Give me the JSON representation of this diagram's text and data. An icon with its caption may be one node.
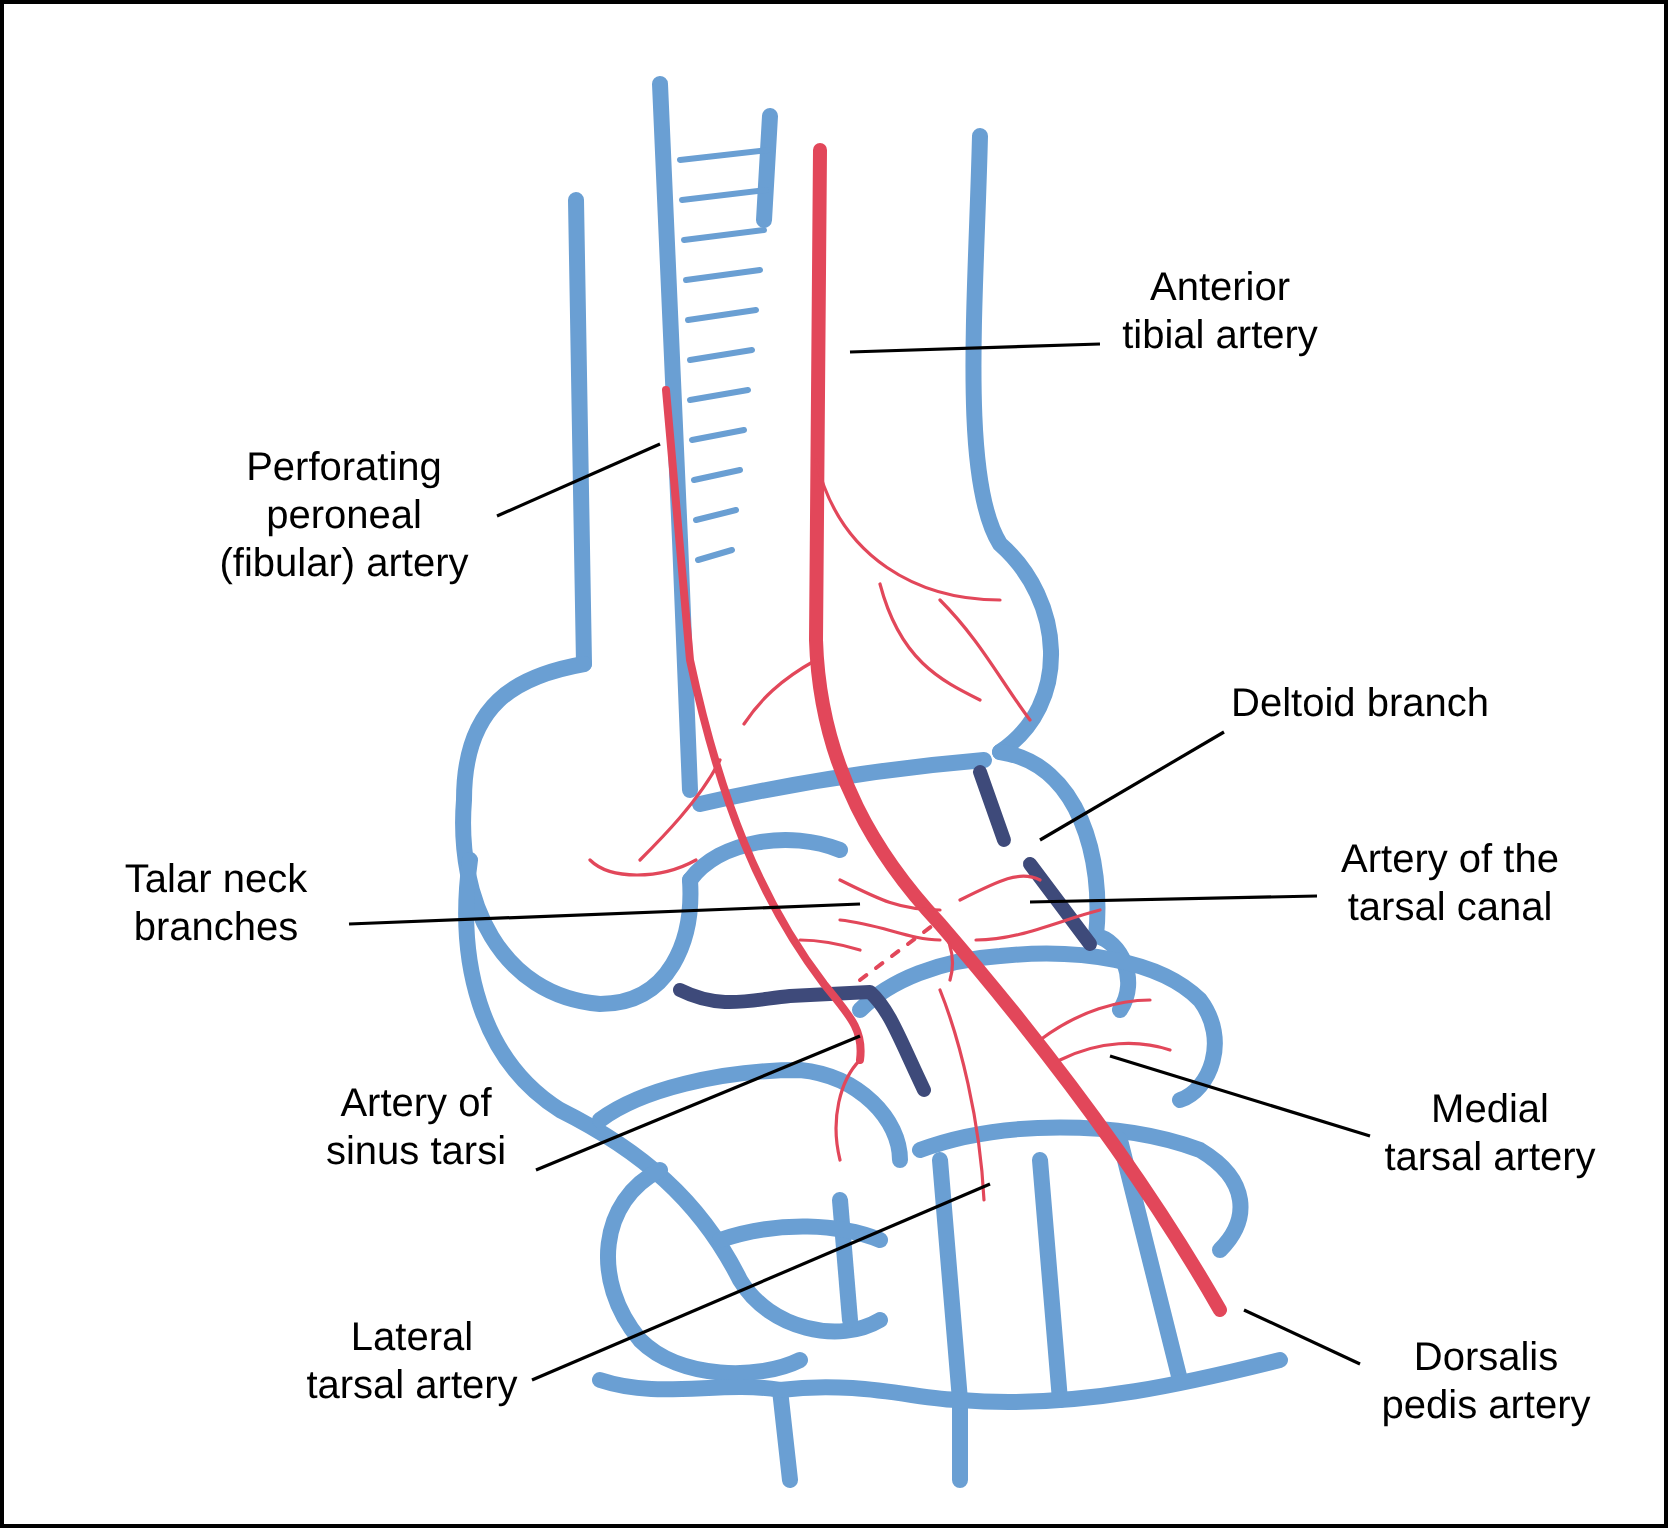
{
  "diagram": {
    "nodes": [
      {
        "text": [
          "Anterior tibial artery"
        ]
      },
      {
        "text": [
          "Perforating peroneal (fibular) artery"
        ]
      },
      {
        "text": [
          "Deltoid branch"
        ]
      },
      {
        "text": [
          "Artery of the tarsal canal"
        ]
      },
      {
        "text": [
          "Talar neck branches"
        ]
      },
      {
        "text": [
          "Medial tarsal artery"
        ]
      },
      {
        "text": [
          "Artery of sinus tarsi"
        ]
      },
      {
        "text": [
          "Lateral tarsal artery"
        ]
      },
      {
        "text": [
          "Dorsalis pedis artery"
        ]
      }
    ],
    "edges": [
      {
        "from": 0,
        "to": null,
        "arrow": "none"
      },
      {
        "from": 1,
        "to": null,
        "arrow": "none"
      },
      {
        "from": 2,
        "to": null,
        "arrow": "none"
      },
      {
        "from": 3,
        "to": null,
        "arrow": "none"
      },
      {
        "from": 4,
        "to": null,
        "arrow": "none"
      },
      {
        "from": 5,
        "to": null,
        "arrow": "none"
      },
      {
        "from": 6,
        "to": null,
        "arrow": "none"
      },
      {
        "from": 7,
        "to": null,
        "arrow": "none"
      },
      {
        "from": 8,
        "to": null,
        "arrow": "none"
      }
    ]
  }
}
